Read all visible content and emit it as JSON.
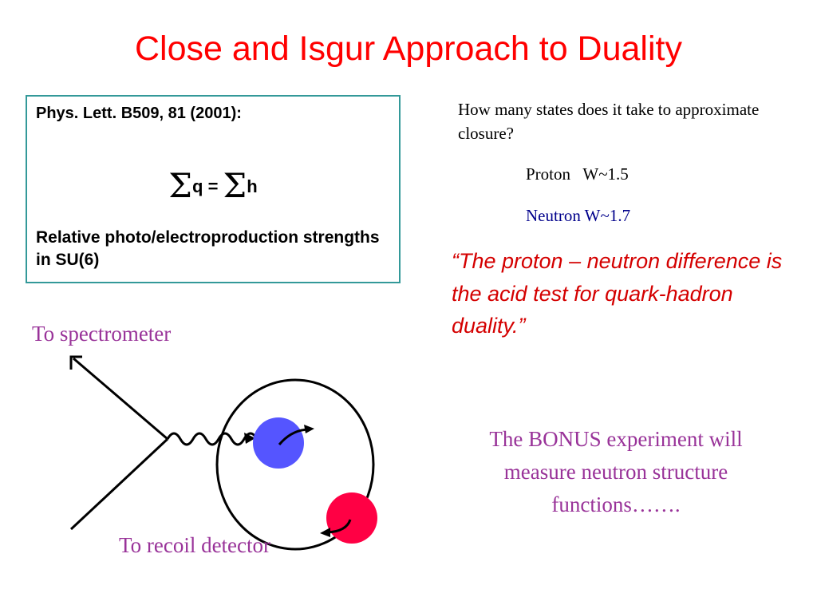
{
  "title": "Close and Isgur Approach to Duality",
  "reference": {
    "citation": "Phys. Lett. B509, 81 (2001):",
    "sum_symbol": "Σ",
    "sum_left": "q",
    "equals": "=",
    "sum_right": "h",
    "description": "Relative photo/electroproduction strengths in SU(6)"
  },
  "question": "How many states does it take to approximate closure?",
  "proton_line": "Proton   W~1.5",
  "neutron_line": "Neutron W~1.7",
  "quote": "“The proton – neutron difference is the acid test for quark-hadron duality.”",
  "diagram": {
    "spectrometer_label": "To spectrometer",
    "recoil_label": "To recoil detector"
  },
  "bonus_text": "The BONUS experiment will measure neutron structure functions…….",
  "colors": {
    "title": "#ff0000",
    "box_border": "#339999",
    "neutron_text": "#00008b",
    "quote": "#d40000",
    "purple_text": "#993399",
    "proton_ball": "#5555ff",
    "neutron_ball": "#ff0044"
  }
}
